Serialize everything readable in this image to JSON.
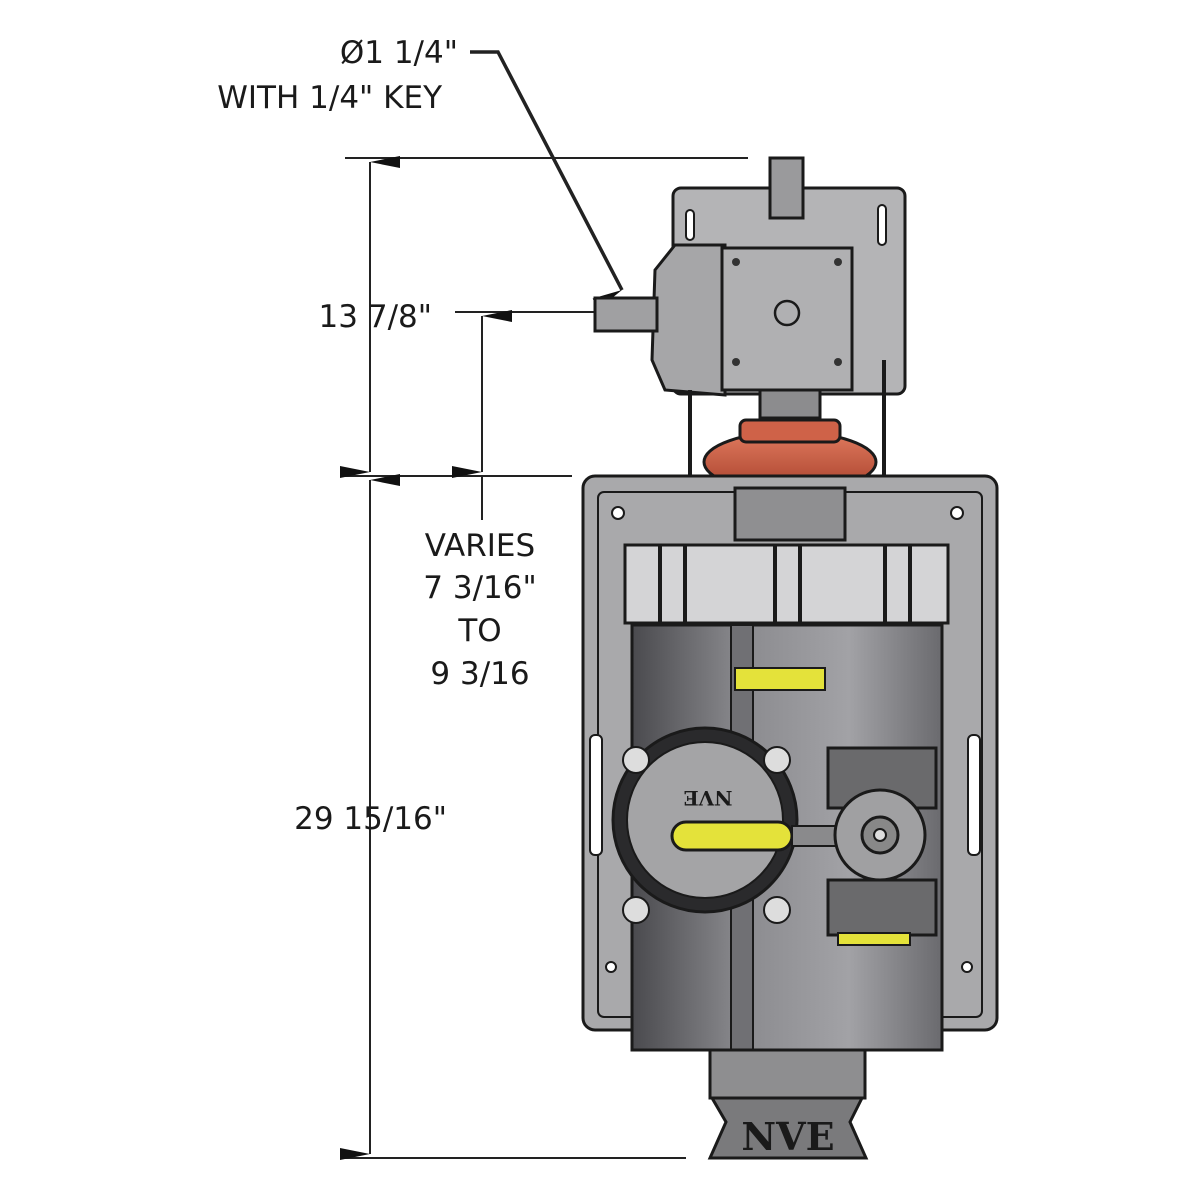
{
  "callouts": {
    "shaft_diameter": "Ø1 1/4\"",
    "shaft_key": "WITH 1/4\" KEY"
  },
  "dimensions": {
    "upper_height": "13 7/8\"",
    "total_height": "29 15/16\"",
    "varies": [
      "VARIES",
      "7 3/16\"",
      "TO",
      "9 3/16"
    ]
  },
  "branding": {
    "base_logo": "NVE",
    "junction_logo": "NVE"
  },
  "colors": {
    "coupling": "#c8553c",
    "label_yellow": "#e4e23a",
    "frame": "#a9a9ab",
    "motor": "#6e6e72"
  }
}
